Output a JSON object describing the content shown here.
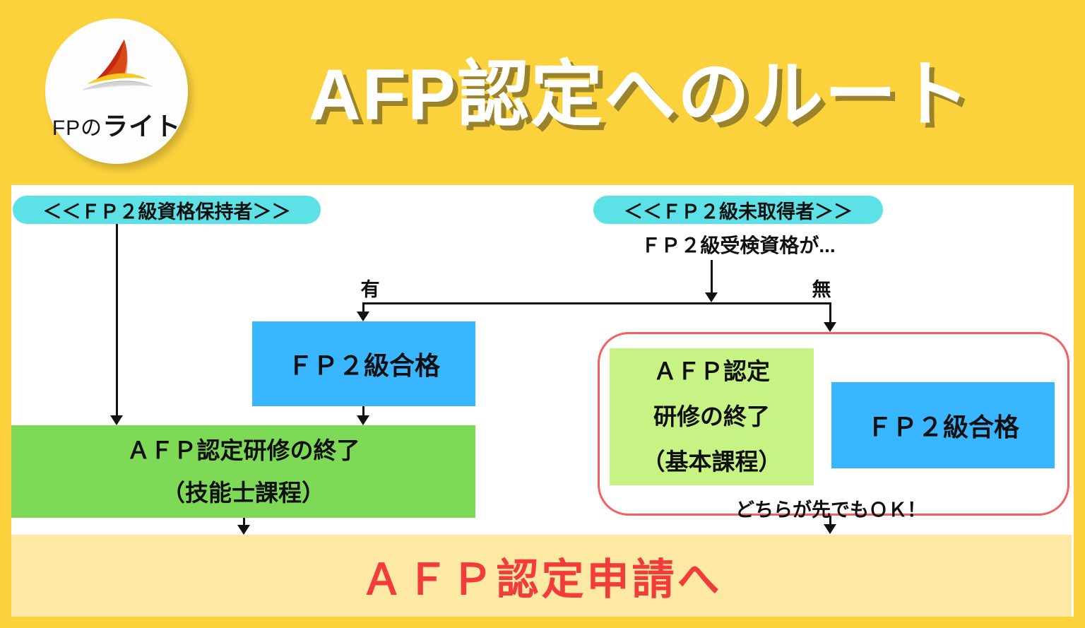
{
  "header": {
    "logo": {
      "mark": "fp-light-swoosh-logo",
      "text_prefix": "FPの",
      "text_main": "ライト"
    },
    "title": "AFP認定へのルート"
  },
  "flow": {
    "left_branch_badge": "＜＜ＦＰ２級資格保持者＞＞",
    "right_branch_badge": "＜＜ＦＰ２級未取得者＞＞",
    "exam_eligibility_question": "ＦＰ２級受検資格が...",
    "has_label": "有",
    "none_label": "無",
    "fp2_pass_left": "ＦＰ２級合格",
    "training_ginoshi": {
      "line1": "ＡＦＰ認定研修の終了",
      "line2": "（技能士課程）"
    },
    "training_kihon": {
      "line1": "ＡＦＰ認定",
      "line2": "研修の終了",
      "line3": "（基本課程）"
    },
    "fp2_pass_right": "ＦＰ２級合格",
    "either_first_note": "どちらが先でもＯＫ！",
    "final_step": "ＡＦＰ認定申請へ"
  },
  "colors": {
    "background_yellow": "#FBD23C",
    "panel_white": "#FFFFFF",
    "badge_teal": "#5CE1E6",
    "box_blue": "#38B6FF",
    "box_green": "#7ED957",
    "box_light_green": "#C7F284",
    "final_box_pale_yellow": "#FDE8A4",
    "final_text_red": "#F23B3B",
    "frame_red": "#FA5F5F",
    "line_black": "#111111",
    "title_white": "#FFFFFF"
  }
}
